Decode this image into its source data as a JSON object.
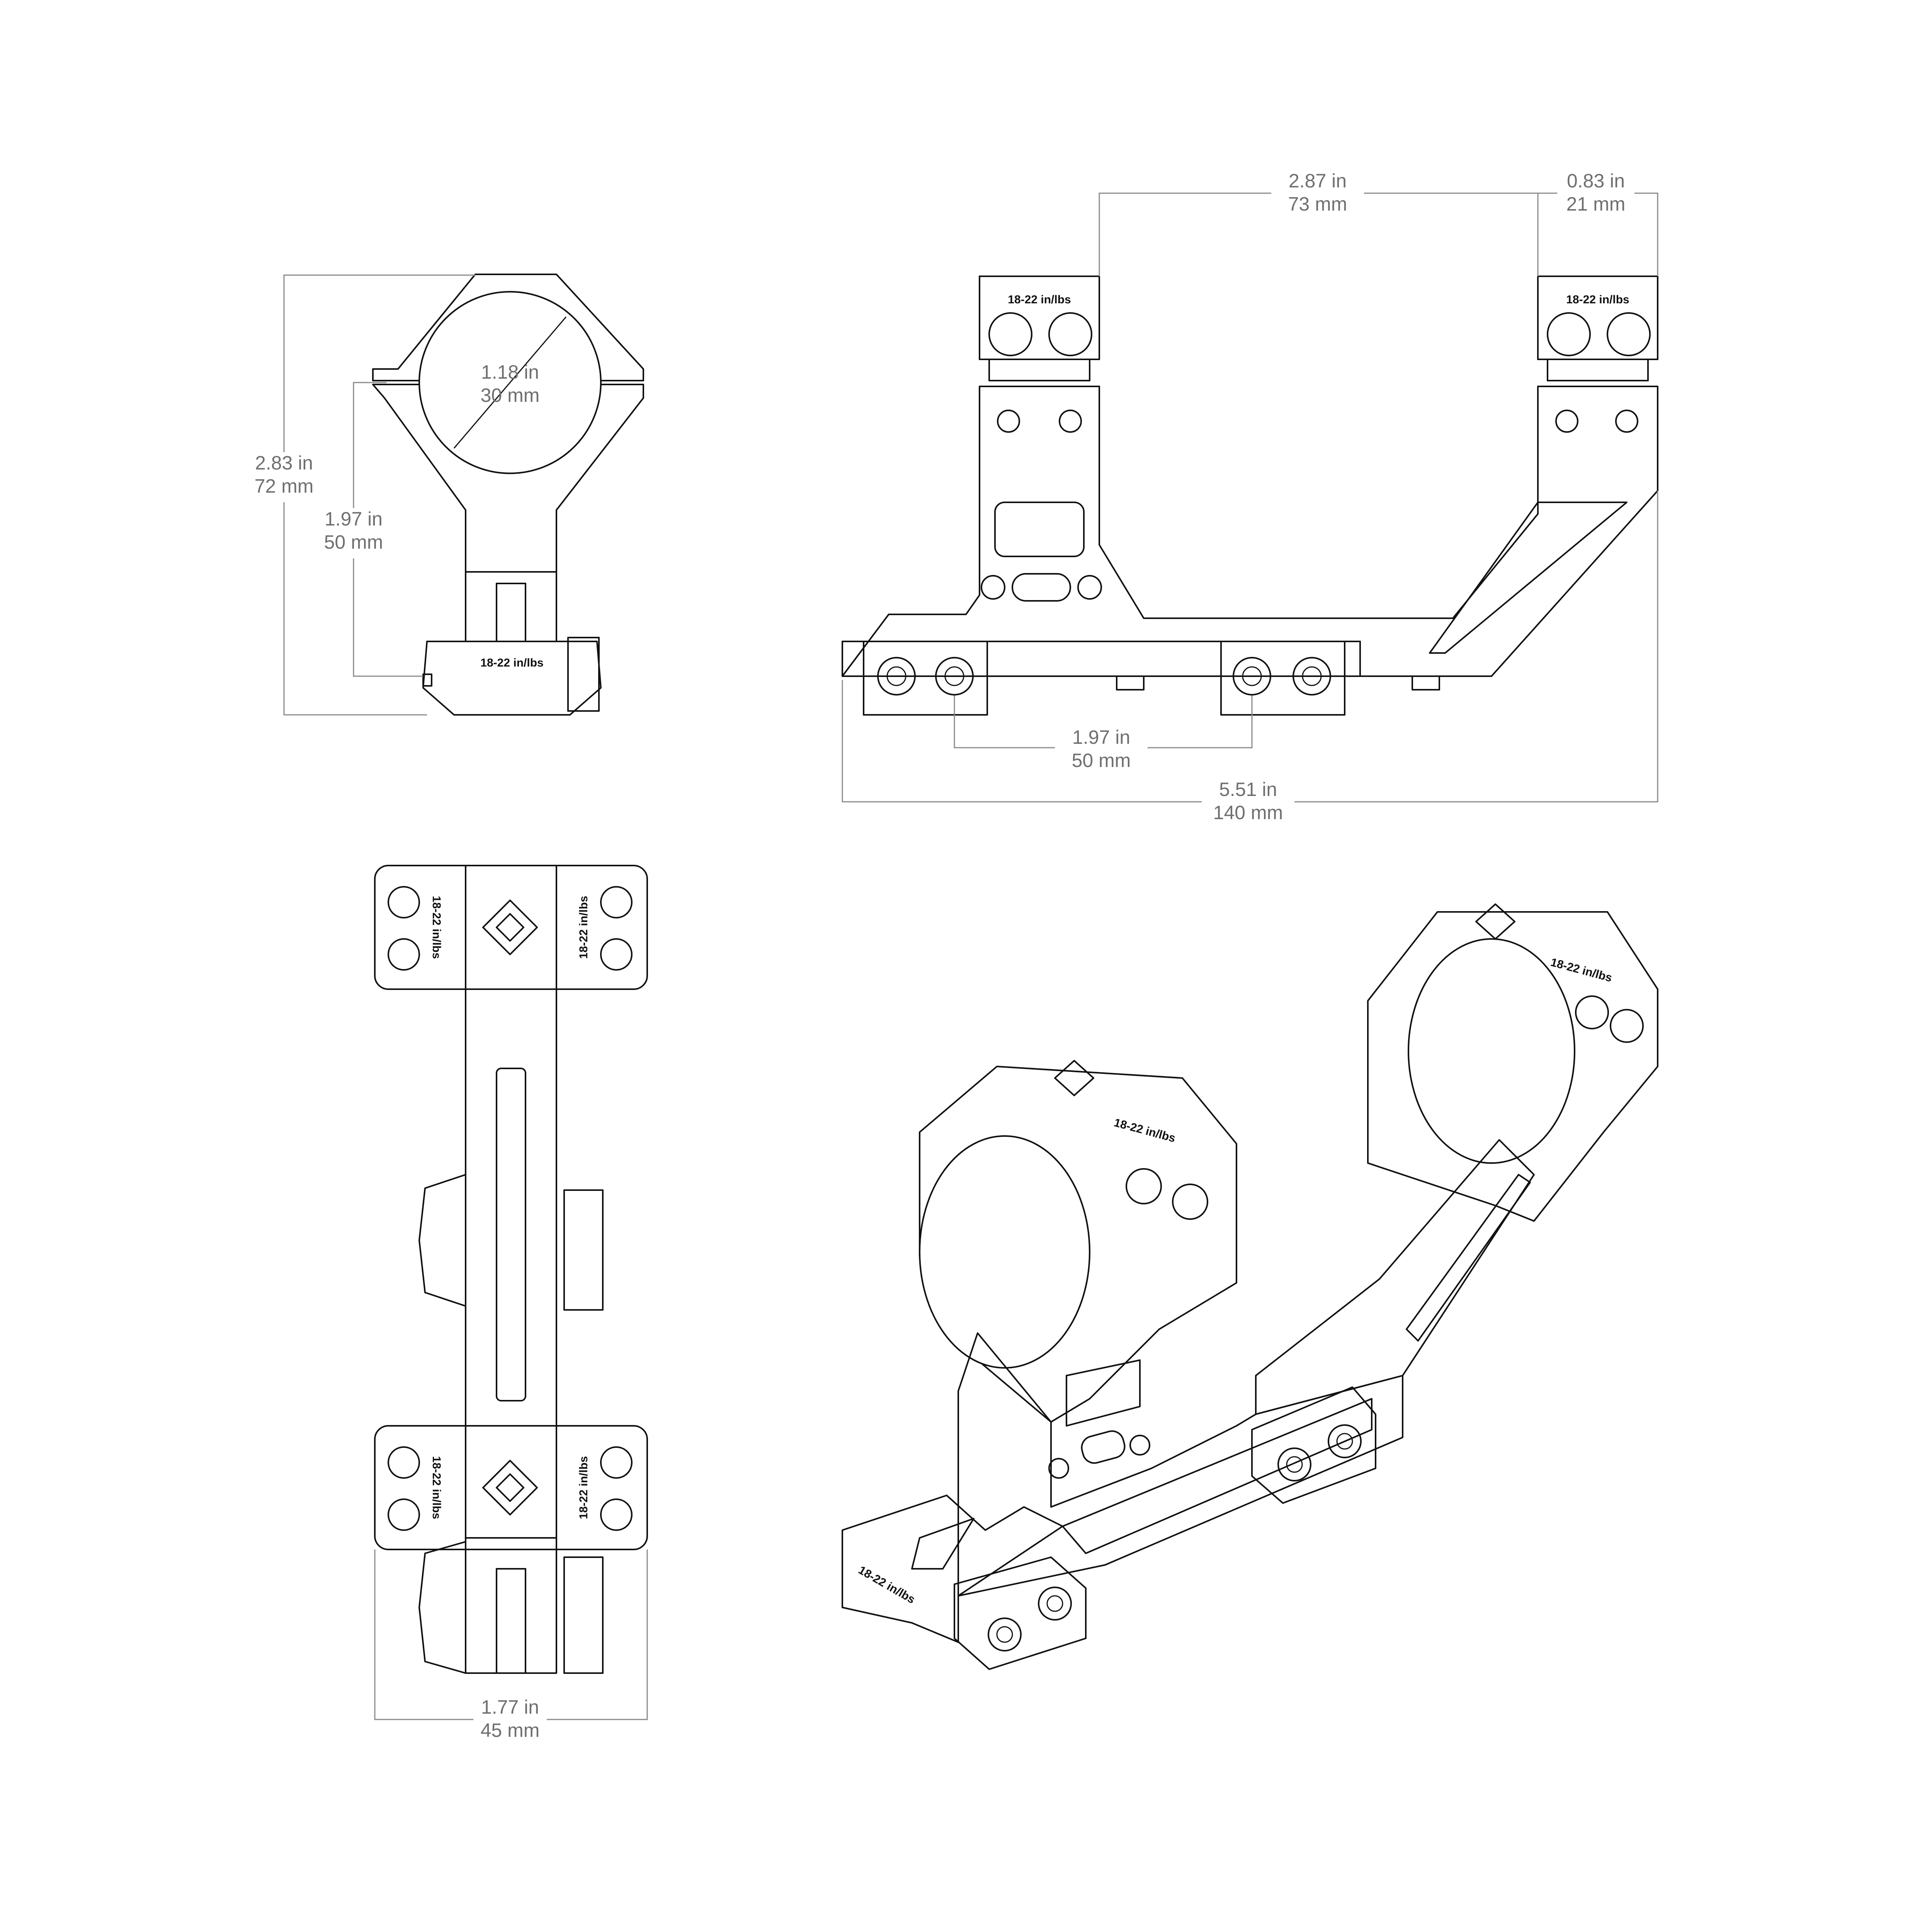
{
  "dimensions": {
    "ring_diameter_in": "1.18 in",
    "ring_diameter_mm": "30 mm",
    "overall_height_in": "2.83 in",
    "overall_height_mm": "72 mm",
    "center_height_in": "1.97 in",
    "center_height_mm": "50 mm",
    "ring_spacing_in": "2.87 in",
    "ring_spacing_mm": "73 mm",
    "ring_width_in": "0.83 in",
    "ring_width_mm": "21 mm",
    "clamp_spacing_in": "1.97 in",
    "clamp_spacing_mm": "50 mm",
    "overall_length_in": "5.51 in",
    "overall_length_mm": "140 mm",
    "base_width_in": "1.77 in",
    "base_width_mm": "45 mm"
  },
  "torque": "18-22 in/lbs",
  "colors": {
    "line": "#111111",
    "dimension": "#8a8a8a",
    "dimension_text": "#6f6f6f"
  }
}
